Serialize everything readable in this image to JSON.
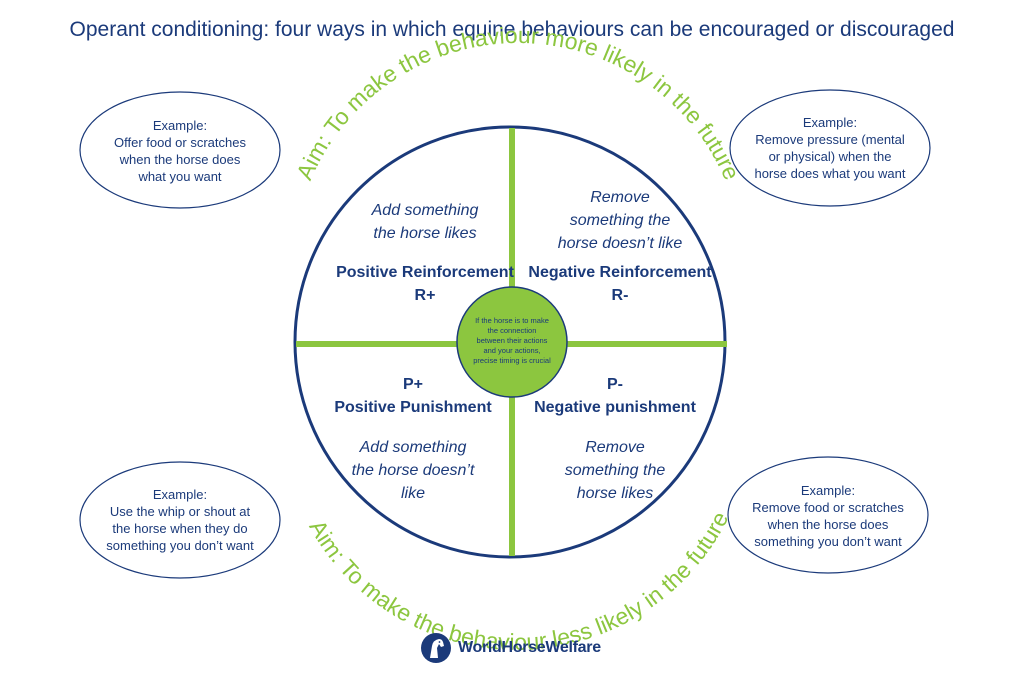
{
  "title": "Operant conditioning: four ways in which equine behaviours can be encouraged or discouraged",
  "arc_top": "Aim: To make the behaviour more likely in the future",
  "arc_bottom": "Aim: To make the behaviour less likely in the future",
  "center_note": [
    "If the horse is to make",
    "the connection",
    "between their actions",
    "and your actions,",
    "precise timing is crucial"
  ],
  "quadrants": {
    "top_left": {
      "action": [
        "Add something",
        "the horse likes"
      ],
      "name": "Positive Reinforcement",
      "code": "R+"
    },
    "top_right": {
      "action": [
        "Remove",
        "something the",
        "horse doesn’t like"
      ],
      "name": "Negative Reinforcement",
      "code": "R-"
    },
    "bottom_left": {
      "code": "P+",
      "name": "Positive Punishment",
      "action": [
        "Add something",
        "the horse doesn’t",
        "like"
      ]
    },
    "bottom_right": {
      "code": "P-",
      "name": "Negative punishment",
      "action": [
        "Remove",
        "something the",
        "horse likes"
      ]
    }
  },
  "examples": {
    "top_left": [
      "Example:",
      "Offer food or scratches",
      "when the horse does",
      "what you want"
    ],
    "top_right": [
      "Example:",
      "Remove pressure (mental",
      "or physical) when the",
      "horse does what you want"
    ],
    "bottom_left": [
      "Example:",
      "Use the whip or shout at",
      "the horse when they do",
      "something you don’t want"
    ],
    "bottom_right": [
      "Example:",
      "Remove food or scratches",
      "when the horse does",
      "something you don’t want"
    ]
  },
  "logo": {
    "text": "WorldHorseWelfare",
    "icon": "horse-head-icon"
  },
  "colors": {
    "navy": "#1b3a7a",
    "green": "#8cc63f",
    "ellipse_stroke": "#1b3a7a"
  }
}
